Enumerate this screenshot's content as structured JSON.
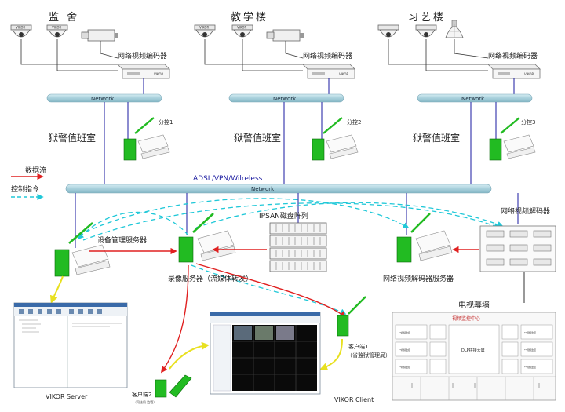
{
  "sites": [
    {
      "name": "监 舍",
      "encoder": "网络视频编码器",
      "network": "Network",
      "room": "狱警值班室",
      "sub": "分控1"
    },
    {
      "name": "教学楼",
      "encoder": "网络视频编码器",
      "network": "Network",
      "room": "狱警值班室",
      "sub": "分控2"
    },
    {
      "name": "习艺楼",
      "encoder": "网络视频编码器",
      "network": "Network",
      "room": "狱警值班室",
      "sub": "分控3"
    }
  ],
  "camera_brand": "VIKOR",
  "legend": {
    "data_flow": "数据流",
    "control": "控制指令"
  },
  "backbone": {
    "title": "ADSL/VPN/Wilreless",
    "label": "Network"
  },
  "nodes": {
    "ipsan": "IPSAN磁盘阵列",
    "decoder": "网络视频解码器",
    "device_server": "设备管理服务器",
    "record_server": "录像服务器（流媒体转发）",
    "decoder_server": "网络视频解码器服务器",
    "tv_wall": "电视幕墙",
    "vikor_server": "VIKOR Server",
    "vikor_client": "VIKOR Client",
    "client1": "客户端1",
    "client1_sub": "（省监狱管理局）",
    "client2": "客户端2",
    "client2_sub": "（司法局 监管）"
  },
  "tv_wall": {
    "header": "视频监控中心",
    "center": "DLP拼接大屏",
    "cell": "**视频监控"
  },
  "colors": {
    "network_bar": "#a8d0dc",
    "data_flow": "#e02020",
    "control": "#20c8d8",
    "pc": "#22bb22",
    "link": "#1a1aa0",
    "client_arrow": "#e8e020"
  }
}
